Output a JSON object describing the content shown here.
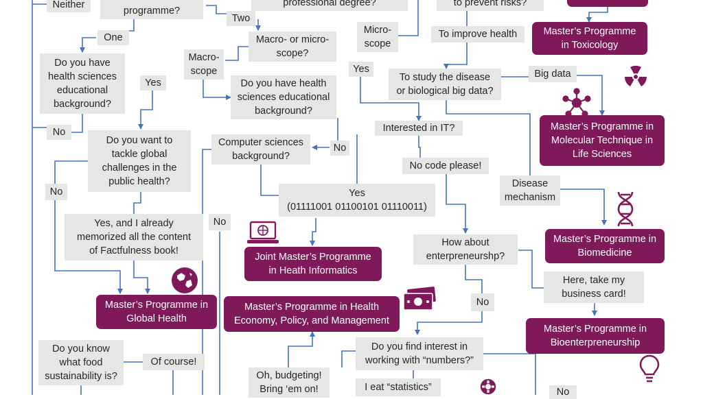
{
  "boxes": {
    "neither": "Neither",
    "programme_q": "programme?",
    "professional_q": "professional degree?",
    "prevent_q": "to prevent risks?",
    "two": "Two",
    "one": "One",
    "macro_micro_q": [
      "Macro- or micro-",
      "scope?"
    ],
    "micro_a": [
      "Micro-",
      "scope"
    ],
    "macro_a": [
      "Macro-",
      "scope"
    ],
    "improve_health": "To improve health",
    "prog_toxicology": [
      "Master’s Programme",
      "in Toxicology"
    ],
    "health_bg_q1": [
      "Do you have",
      "health sciences",
      "educational",
      "background?"
    ],
    "yes1": "Yes",
    "no1": "No",
    "health_bg_q2": [
      "Do you have health",
      "sciences educational",
      "background?"
    ],
    "yes2": "Yes",
    "study_q": [
      "To study the disease",
      "or biological big data?"
    ],
    "big_data": "Big data",
    "interested_it": "Interested in IT?",
    "global_q": [
      "Do you want to",
      "tackle global",
      "challenges in the",
      "public health?"
    ],
    "cs_q": [
      "Computer sciences",
      "background?"
    ],
    "no2": "No",
    "no_code": "No code please!",
    "prog_molecular": [
      "Master’s Programme in",
      "Molecular Technique in",
      "Life Sciences"
    ],
    "no3": "No",
    "disease_mech": [
      "Disease",
      "mechanism"
    ],
    "yes_binary": [
      "Yes",
      "(01111001 01100101 01110011)"
    ],
    "factfulness": [
      "Yes, and I already",
      "memorized all the content",
      "of Factfulness book!"
    ],
    "no4": "No",
    "prog_informatics": [
      "Joint Master’s Programme",
      "in Heath Informatics"
    ],
    "entrepreneur_q": [
      "How about",
      "enterpreneurshp?"
    ],
    "prog_biomedicine": [
      "Master’s Programme in",
      "Biomedicine"
    ],
    "business_card": [
      "Here, take my",
      "business card!"
    ],
    "prog_global": [
      "Master’s Programme in",
      "Global Health"
    ],
    "prog_economy": [
      "Master’s Programme in Health",
      "Economy, Policy, and Management"
    ],
    "no5": "No",
    "prog_bioentre": [
      "Master’s Programme in",
      "Bioenterpreneurship"
    ],
    "food_q": [
      "Do you know",
      "what food",
      "sustainability is?"
    ],
    "of_course": "Of course!",
    "numbers_q": [
      "Do you find interest in",
      "working with “numbers?”"
    ],
    "budgeting": [
      "Oh, budgeting!",
      "Bring ‘em on!"
    ],
    "statistics": "I eat “statistics”",
    "no6": "No"
  },
  "icons": [
    "radiation-icon",
    "molecule-icon",
    "globe-icon",
    "laptop-icon",
    "dna-icon",
    "money-icon",
    "lightbulb-icon",
    "gear-icon"
  ],
  "colors": {
    "programme_fill": "#80195a",
    "question_fill": "#e6e6e6",
    "arrow": "#4472c4",
    "text": "#262626"
  }
}
